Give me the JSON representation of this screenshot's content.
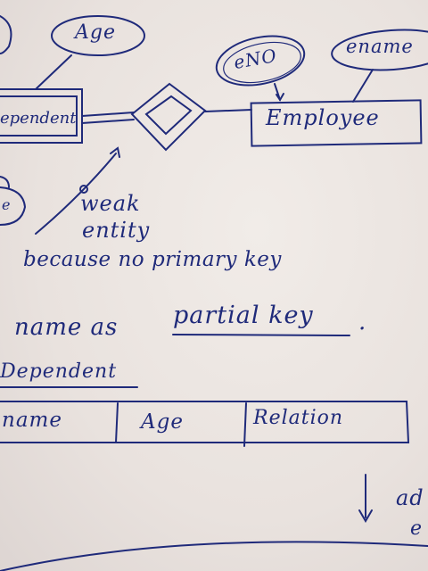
{
  "diagram": {
    "attr_age": "Age",
    "attr_eno": "eNO",
    "attr_ename": "ename",
    "entity_dependent": "ependent",
    "entity_employee": "Employee",
    "attr_left_partial": "e"
  },
  "notes": {
    "weak": "weak",
    "entity": "entity",
    "because": "because no primary key",
    "partial_prefix": "name as",
    "partial_key": "partial key",
    "partial_suffix": "."
  },
  "table": {
    "title": "Dependent",
    "columns": [
      "name",
      "Age",
      "Relation"
    ]
  },
  "side": {
    "arrow_text_1": "ad",
    "arrow_text_2": "e"
  },
  "ink_color": "#1f2a7a",
  "paper_color": "#ece6e2"
}
